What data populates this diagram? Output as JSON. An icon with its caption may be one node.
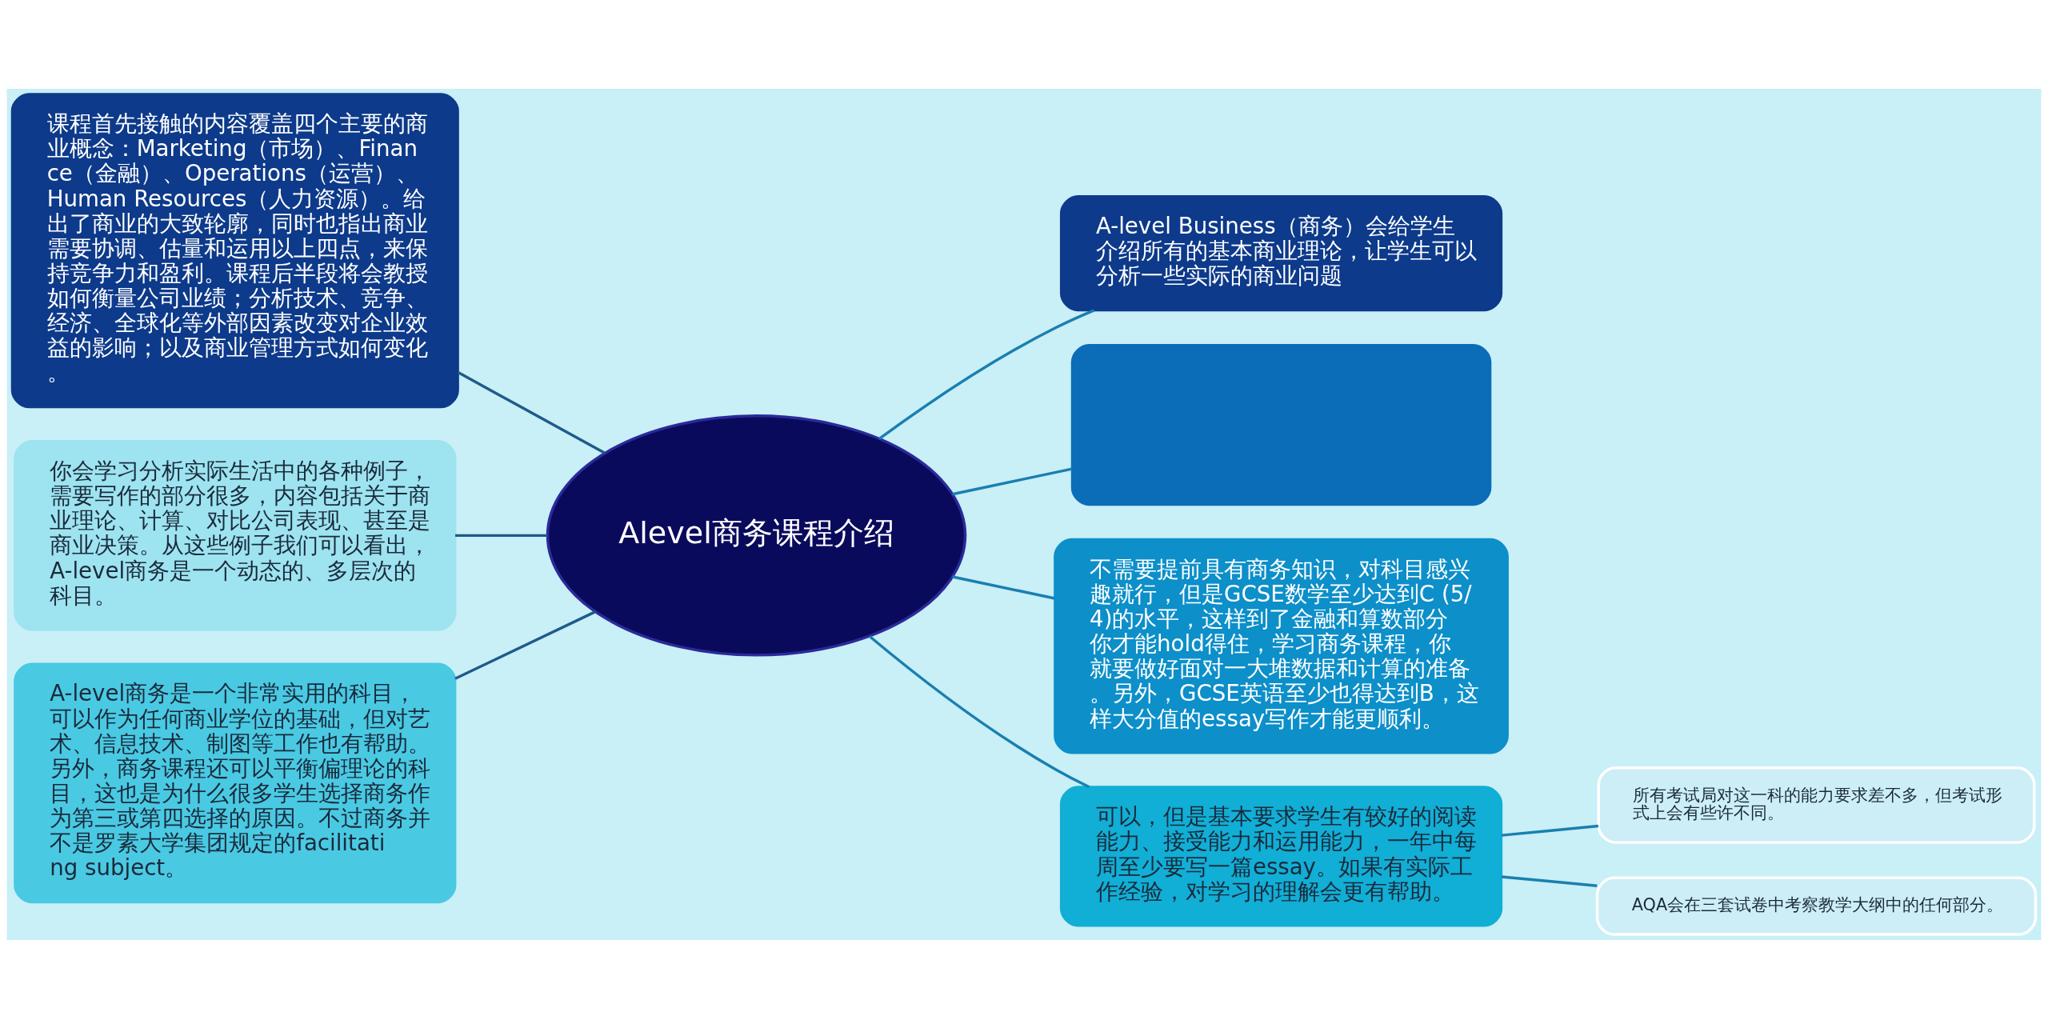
{
  "diagram": {
    "nodes": [
      {
        "text": [
          "Alevel商务课程介绍"
        ]
      },
      {
        "text": [
          "课程首先接触的内容覆盖四个主要的商业概念：Marketing（市场）、Finance（金融）、Operations（运营）、Human Resources（人力资源）。给出了商业的大致轮廓，同时也指出商业需要协调、估量和运用以上四点，来保持竞争力和盈利。课程后半段将会教授如何衡量公司业绩；分析技术、竞争、经济、全球化等外部因素改变对企业效益的影响；以及商业管理方式如何变化。"
        ]
      },
      {
        "text": [
          "你会学习分析实际生活中的各种例子，需要写作的部分很多，内容包括关于商业理论、计算、对比公司表现、甚至是商业决策。从这些例子我们可以看出，A-level商务是一个动态的、多层次的科目。"
        ]
      },
      {
        "text": [
          "A-level商务是一个非常实用的科目，可以作为任何商业学位的基础，但对艺术、信息技术、制图等工作也有帮助。另外，商务课程还可以平衡偏理论的科目，这也是为什么很多学生选择商务作为第三或第四选择的原因。不过商务并不是罗素大学集团规定的facilitating subject。"
        ]
      },
      {
        "text": [
          "A-level Business（商务）会给学生介绍所有的基本商业理论，让学生可以分析一些实际的商业问题"
        ]
      },
      {
        "text": [],
        "shape": "box"
      },
      {
        "text": [
          "不需要提前具有商务知识，对科目感兴趣就行，但是GCSE数学至少达到C (5/4)的水平，这样到了金融和算数部分你才能hold得住，学习商务课程，你就要做好面对一大堆数据和计算的准备。另外，GCSE英语至少也得达到B，这样大分值的essay写作才能更顺利。"
        ]
      },
      {
        "text": [
          "可以，但是基本要求学生有较好的阅读能力、接受能力和运用能力，一年中每周至少要写一篇essay。如果有实际工作经验，对学习的理解会更有帮助。"
        ]
      },
      {
        "text": [
          "所有考试局对这一科的能力要求差不多，但考试形式上会有些许不同。"
        ]
      },
      {
        "text": [
          "AQA会在三套试卷中考察教学大纲中的任何部分。"
        ]
      }
    ],
    "edges": [
      {
        "from": 0,
        "to": 1,
        "arrow": "none"
      },
      {
        "from": 0,
        "to": 2,
        "arrow": "none"
      },
      {
        "from": 0,
        "to": 3,
        "arrow": "none"
      },
      {
        "from": 0,
        "to": 4,
        "arrow": "none"
      },
      {
        "from": 0,
        "to": 5,
        "arrow": "none"
      },
      {
        "from": 0,
        "to": 6,
        "arrow": "none"
      },
      {
        "from": 0,
        "to": 7,
        "arrow": "none"
      },
      {
        "from": 7,
        "to": 8,
        "arrow": "none"
      },
      {
        "from": 7,
        "to": 9,
        "arrow": "none"
      }
    ]
  }
}
